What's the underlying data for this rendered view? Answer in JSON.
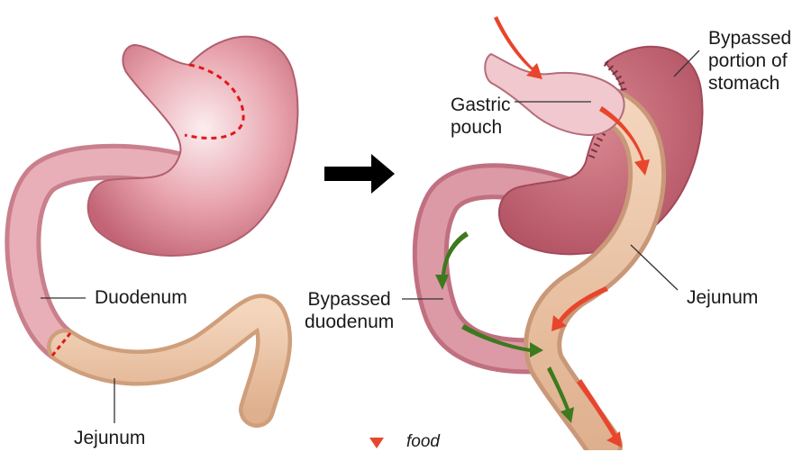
{
  "labels": {
    "duodenum": "Duodenum",
    "jejunum_left": "Jejunum",
    "gastric_pouch": "Gastric\npouch",
    "bypassed_stomach": "Bypassed\nportion of\nstomach",
    "bypassed_duodenum": "Bypassed\nduodenum",
    "jejunum_right": "Jejunum"
  },
  "legend": {
    "food": "food"
  },
  "colors": {
    "stomach": "#d98390",
    "stomach_light": "#f6d7db",
    "stomach_dark": "#b9566a",
    "jejunum": "#ebc29f",
    "jejunum_dark": "#c89a76",
    "food_arrow": "#e8452c",
    "bile_arrow": "#3d7a1e",
    "cut_line": "#e01818",
    "transition_arrow": "#000000"
  },
  "icons": {
    "transition": "right-arrow-icon",
    "food_flow": "red-arrow-icon",
    "digestive_flow": "green-arrow-icon"
  }
}
